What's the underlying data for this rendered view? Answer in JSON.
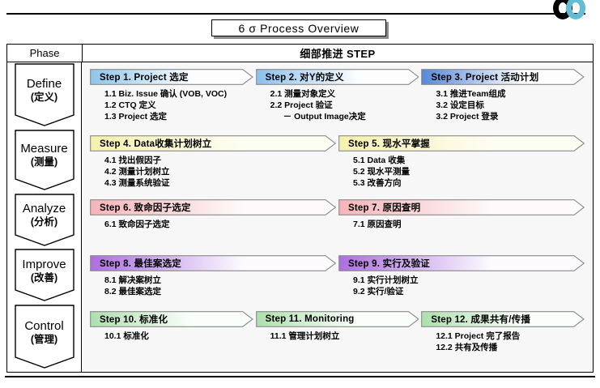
{
  "title": "6 σ  Process  Overview",
  "logo": {
    "ring_left_color": "#000000",
    "ring_right_color": "#62bcd4"
  },
  "table": {
    "header": {
      "phase": "Phase",
      "steps": "细部推进 STEP"
    },
    "phases": [
      {
        "en": "Define",
        "cn": "(定义)"
      },
      {
        "en": "Measure",
        "cn": "(测量)"
      },
      {
        "en": "Analyze",
        "cn": "(分析)"
      },
      {
        "en": "Improve",
        "cn": "(改善)"
      },
      {
        "en": "Control",
        "cn": "(管理)"
      }
    ],
    "rows": [
      {
        "phase": "Define",
        "accent": "#7cb9e8",
        "steps": [
          {
            "label": "Step 1. Project 选定",
            "fill_start": "#8cc5ea",
            "fill_end": "#fbfdff",
            "subs": [
              "1.1 Biz. Issue 确认 (VOB, VOC)",
              "1.2 CTQ 定义",
              "1.3 Project 选定"
            ]
          },
          {
            "label": "Step 2. 对Y的定义",
            "fill_start": "#8bbfee",
            "fill_end": "#fbfdff",
            "subs": [
              "2.1 测量对象定义",
              "2.2 Project 验证",
              "－ Output Image决定"
            ]
          },
          {
            "label": "Step 3. Project 活动计划",
            "fill_start": "#5588d8",
            "fill_end": "#fbfdff",
            "subs": [
              "3.1 推进Team组成",
              "3.2 设定目标",
              "3.2 Project 登录"
            ]
          }
        ]
      },
      {
        "phase": "Measure",
        "accent": "#f2eeb0",
        "steps": [
          {
            "label": "Step 4. Data收集计划树立",
            "fill_start": "#f6f1ad",
            "fill_end": "#fefdf4",
            "subs": [
              "4.1 找出假因子",
              "4.2 测量计划树立",
              "4.3 测量系统验证"
            ]
          },
          {
            "label": "Step 5. 现水平掌握",
            "fill_start": "#f6f1ad",
            "fill_end": "#fefdf4",
            "subs": [
              "5.1 Data 收集",
              "5.2 现水平测量",
              "5.3 改善方向"
            ]
          }
        ]
      },
      {
        "phase": "Analyze",
        "accent": "#f4b8bd",
        "steps": [
          {
            "label": "Step 6. 致命因子选定",
            "fill_start": "#f6b3b8",
            "fill_end": "#fefafa",
            "subs": [
              "6.1 致命因子选定"
            ]
          },
          {
            "label": "Step 7. 原因查明",
            "fill_start": "#f6b3b8",
            "fill_end": "#fefafa",
            "subs": [
              "7.1 原因查明"
            ]
          }
        ]
      },
      {
        "phase": "Improve",
        "accent": "#b47ae0",
        "steps": [
          {
            "label": "Step 8. 最佳案选定",
            "fill_start": "#ac6ee0",
            "fill_end": "#fcfaff",
            "subs": [
              "8.1 解决案树立",
              "8.2 最佳案选定"
            ]
          },
          {
            "label": "Step 9. 实行及验证",
            "fill_start": "#ac6ee0",
            "fill_end": "#fcfaff",
            "subs": [
              "9.1 实行计划树立",
              "9.2 实行/验证"
            ]
          }
        ]
      },
      {
        "phase": "Control",
        "accent": "#a7e0a7",
        "steps": [
          {
            "label": "Step 10. 标准化",
            "fill_start": "#addfad",
            "fill_end": "#fafefa",
            "subs": [
              "10.1 标准化"
            ]
          },
          {
            "label": "Step 11. Monitoring",
            "fill_start": "#addfad",
            "fill_end": "#fafefa",
            "subs": [
              "11.1 管理计划树立"
            ]
          },
          {
            "label": "Step 12. 成果共有/传播",
            "fill_start": "#addfad",
            "fill_end": "#fafefa",
            "subs": [
              "12.1 Project 完了报告",
              "12.2 共有及传播"
            ]
          }
        ]
      }
    ]
  }
}
